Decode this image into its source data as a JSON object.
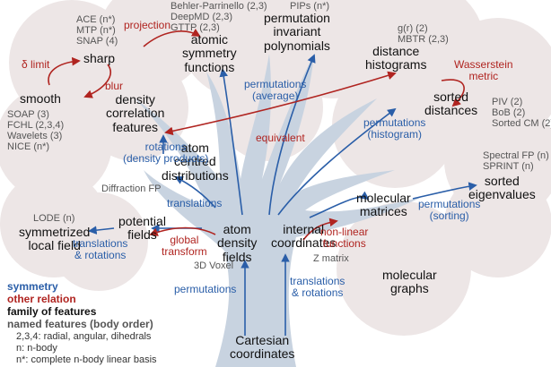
{
  "families": {
    "sharp": "sharp",
    "smooth": "smooth",
    "atomic_symmetry_functions": "atomic\nsymmetry\nfunctions",
    "permutation_invariant_polynomials": "permutation\ninvariant\npolynomials",
    "distance_histograms": "distance\nhistograms",
    "sorted_distances": "sorted\ndistances",
    "density_correlation_features": "density\ncorrelation\nfeatures",
    "atom_centred_distributions": "atom\ncentred\ndistributions",
    "sorted_eigenvalues": "sorted\neigenvalues",
    "molecular_matrices": "molecular\nmatrices",
    "symmetrized_local_field": "symmetrized\nlocal field",
    "potential_fields": "potential\nfields",
    "atom_density_fields": "atom\ndensity\nfields",
    "internal_coordinates": "internal\ncoordinates",
    "molecular_graphs": "molecular\ngraphs",
    "cartesian_coordinates": "Cartesian\ncoordinates"
  },
  "named_features": {
    "sharp_group": "ACE (n*)\nMTP (n*)\nSNAP (4)",
    "asf_group": "Behler-Parrinello (2,3)\nDeepMD (2,3)\nGTTP (2,3)",
    "pips": "PIPs (n*)",
    "histogram_group": "g(r) (2)\nMBTR (2,3)",
    "sorted_dist_group": "PIV (2)\nBoB (2)\nSorted CM (2)",
    "smooth_group": "SOAP (3)\nFCHL (2,3,4)\nWavelets (3)\nNICE (n*)",
    "diffraction": "Diffraction FP",
    "eigen_group": "Spectral FP (n)\nSPRINT (n)",
    "lode": "LODE (n)",
    "voxel": "3D Voxel",
    "zmatrix": "Z matrix"
  },
  "symmetry_labels": {
    "permutations_average": "permutations\n(average)",
    "permutations_histogram": "permutations\n(histogram)",
    "rotations_density": "rotations\n(density products)",
    "translations_mid": "translations",
    "translations_rotations_left": "translations\n& rotations",
    "permutations_sorting": "permutations\n(sorting)",
    "permutations_bottom": "permutations",
    "translations_rotations_bottom": "translations\n& rotations"
  },
  "relation_labels": {
    "projection": "projection",
    "delta_limit": "δ limit",
    "blur": "blur",
    "wasserstein": "Wasserstein\nmetric",
    "equivalent": "equivalent",
    "global_transform": "global\ntransform",
    "nonlinear": "non-linear\nfunctions"
  },
  "legend": {
    "symmetry": "symmetry",
    "other_relation": "other relation",
    "family": "family of features",
    "named": "named features (body order)",
    "note1": "2,3,4: radial, angular, dihedrals",
    "note2": "n: n-body",
    "note3": "n*: complete n-body linear basis"
  },
  "colors": {
    "symmetry": "#2a5ea8",
    "relation": "#b02420",
    "tree": "#c8d3e0",
    "cloud": "#ede6e6"
  }
}
